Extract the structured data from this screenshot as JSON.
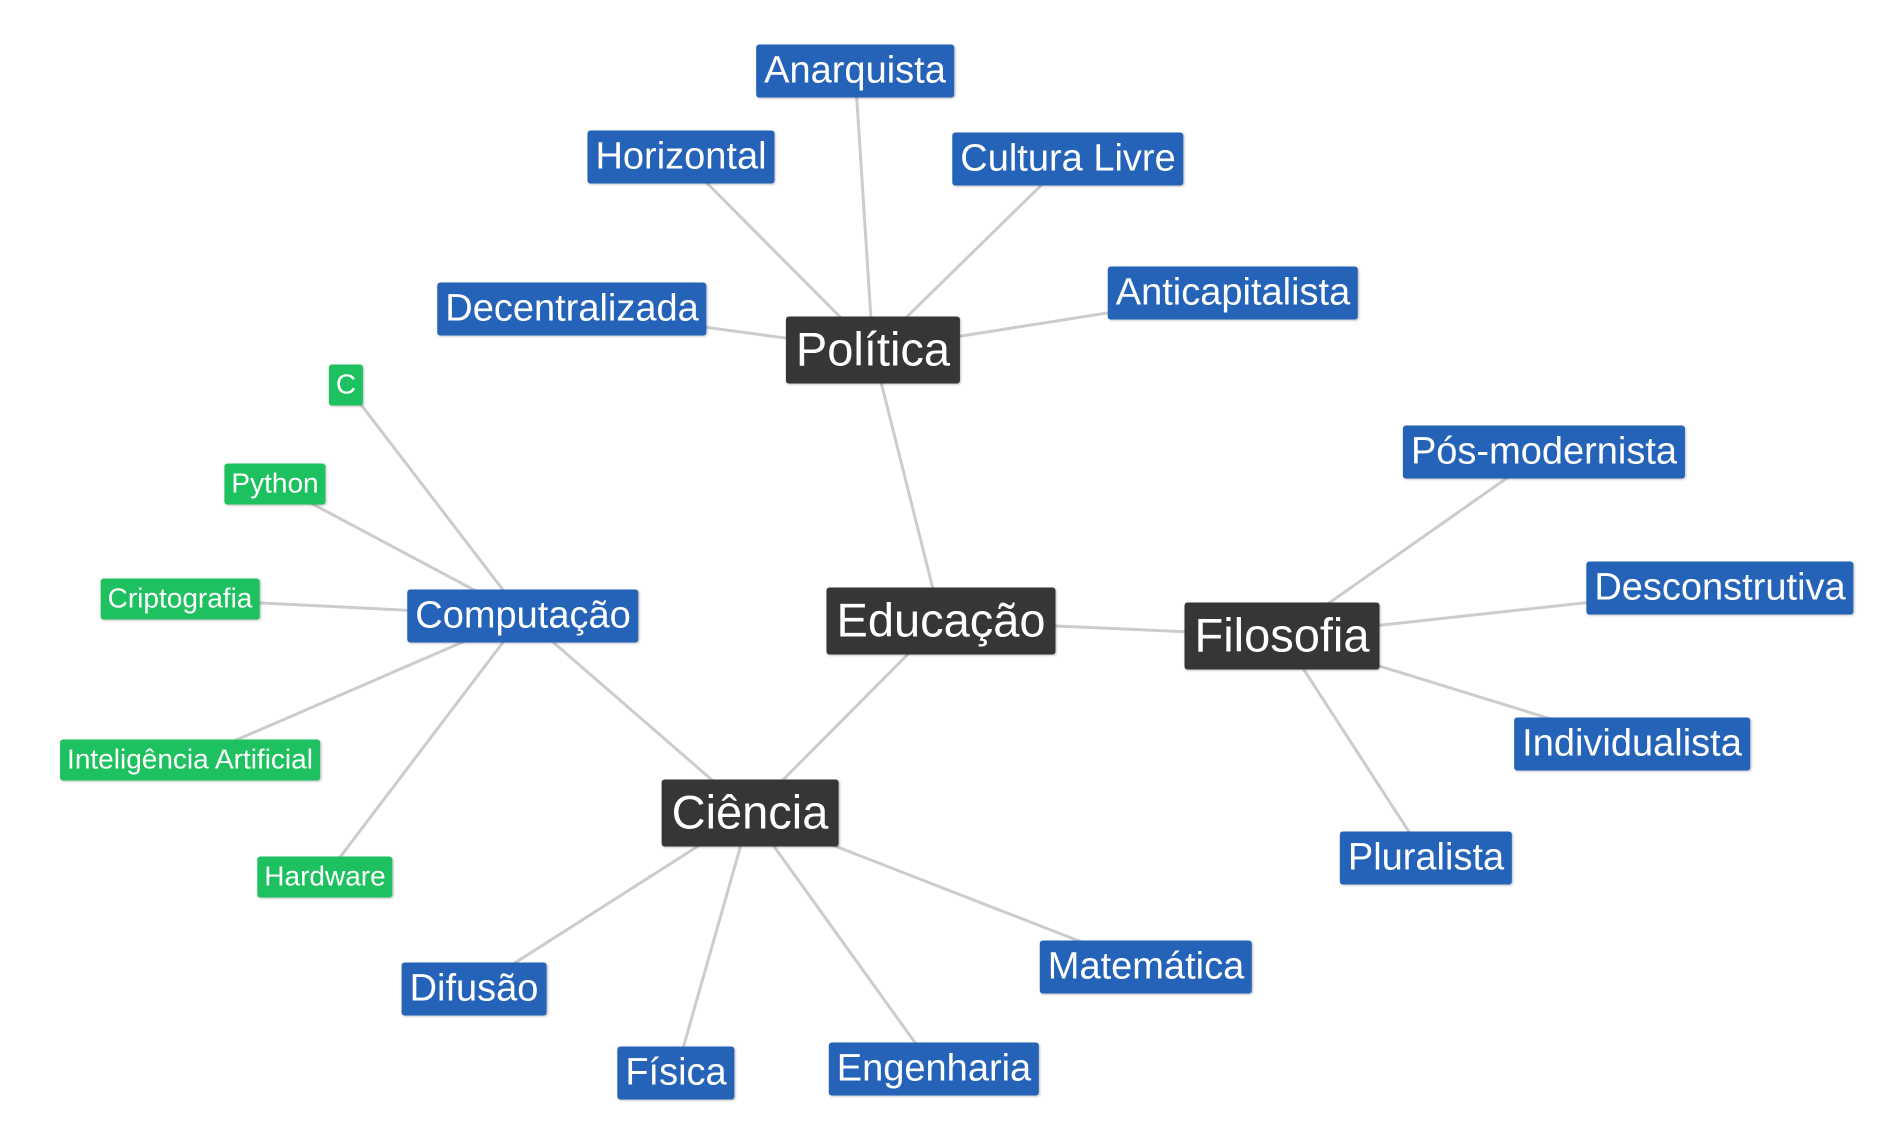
{
  "colors": {
    "hub": "#383635",
    "topic": "#2463b8",
    "subtopic": "#1ec15f",
    "edge": "#cccccc",
    "text": "#ffffff"
  },
  "nodes": [
    {
      "id": "educacao",
      "label": "Educação",
      "kind": "hub"
    },
    {
      "id": "politica",
      "label": "Política",
      "kind": "hub"
    },
    {
      "id": "filosofia",
      "label": "Filosofia",
      "kind": "hub"
    },
    {
      "id": "ciencia",
      "label": "Ciência",
      "kind": "hub"
    },
    {
      "id": "computacao",
      "label": "Computação",
      "kind": "topic"
    },
    {
      "id": "anarquista",
      "label": "Anarquista",
      "kind": "topic"
    },
    {
      "id": "horizontal",
      "label": "Horizontal",
      "kind": "topic"
    },
    {
      "id": "cultura-livre",
      "label": "Cultura Livre",
      "kind": "topic"
    },
    {
      "id": "decentralizada",
      "label": "Decentralizada",
      "kind": "topic"
    },
    {
      "id": "anticapitalista",
      "label": "Anticapitalista",
      "kind": "topic"
    },
    {
      "id": "pos-modernista",
      "label": "Pós-modernista",
      "kind": "topic"
    },
    {
      "id": "desconstrutiva",
      "label": "Desconstrutiva",
      "kind": "topic"
    },
    {
      "id": "individualista",
      "label": "Individualista",
      "kind": "topic"
    },
    {
      "id": "pluralista",
      "label": "Pluralista",
      "kind": "topic"
    },
    {
      "id": "matematica",
      "label": "Matemática",
      "kind": "topic"
    },
    {
      "id": "difusao",
      "label": "Difusão",
      "kind": "topic"
    },
    {
      "id": "fisica",
      "label": "Física",
      "kind": "topic"
    },
    {
      "id": "engenharia",
      "label": "Engenharia",
      "kind": "topic"
    },
    {
      "id": "c",
      "label": "C",
      "kind": "subtopic"
    },
    {
      "id": "python",
      "label": "Python",
      "kind": "subtopic"
    },
    {
      "id": "criptografia",
      "label": "Criptografia",
      "kind": "subtopic"
    },
    {
      "id": "inteligencia-artificial",
      "label": "Inteligência Artificial",
      "kind": "subtopic"
    },
    {
      "id": "hardware",
      "label": "Hardware",
      "kind": "subtopic"
    }
  ],
  "edges": [
    [
      "educacao",
      "politica"
    ],
    [
      "educacao",
      "filosofia"
    ],
    [
      "educacao",
      "ciencia"
    ],
    [
      "politica",
      "anarquista"
    ],
    [
      "politica",
      "horizontal"
    ],
    [
      "politica",
      "cultura-livre"
    ],
    [
      "politica",
      "decentralizada"
    ],
    [
      "politica",
      "anticapitalista"
    ],
    [
      "filosofia",
      "pos-modernista"
    ],
    [
      "filosofia",
      "desconstrutiva"
    ],
    [
      "filosofia",
      "individualista"
    ],
    [
      "filosofia",
      "pluralista"
    ],
    [
      "ciencia",
      "computacao"
    ],
    [
      "ciencia",
      "matematica"
    ],
    [
      "ciencia",
      "difusao"
    ],
    [
      "ciencia",
      "fisica"
    ],
    [
      "ciencia",
      "engenharia"
    ],
    [
      "computacao",
      "c"
    ],
    [
      "computacao",
      "python"
    ],
    [
      "computacao",
      "criptografia"
    ],
    [
      "computacao",
      "inteligencia-artificial"
    ],
    [
      "computacao",
      "hardware"
    ]
  ]
}
